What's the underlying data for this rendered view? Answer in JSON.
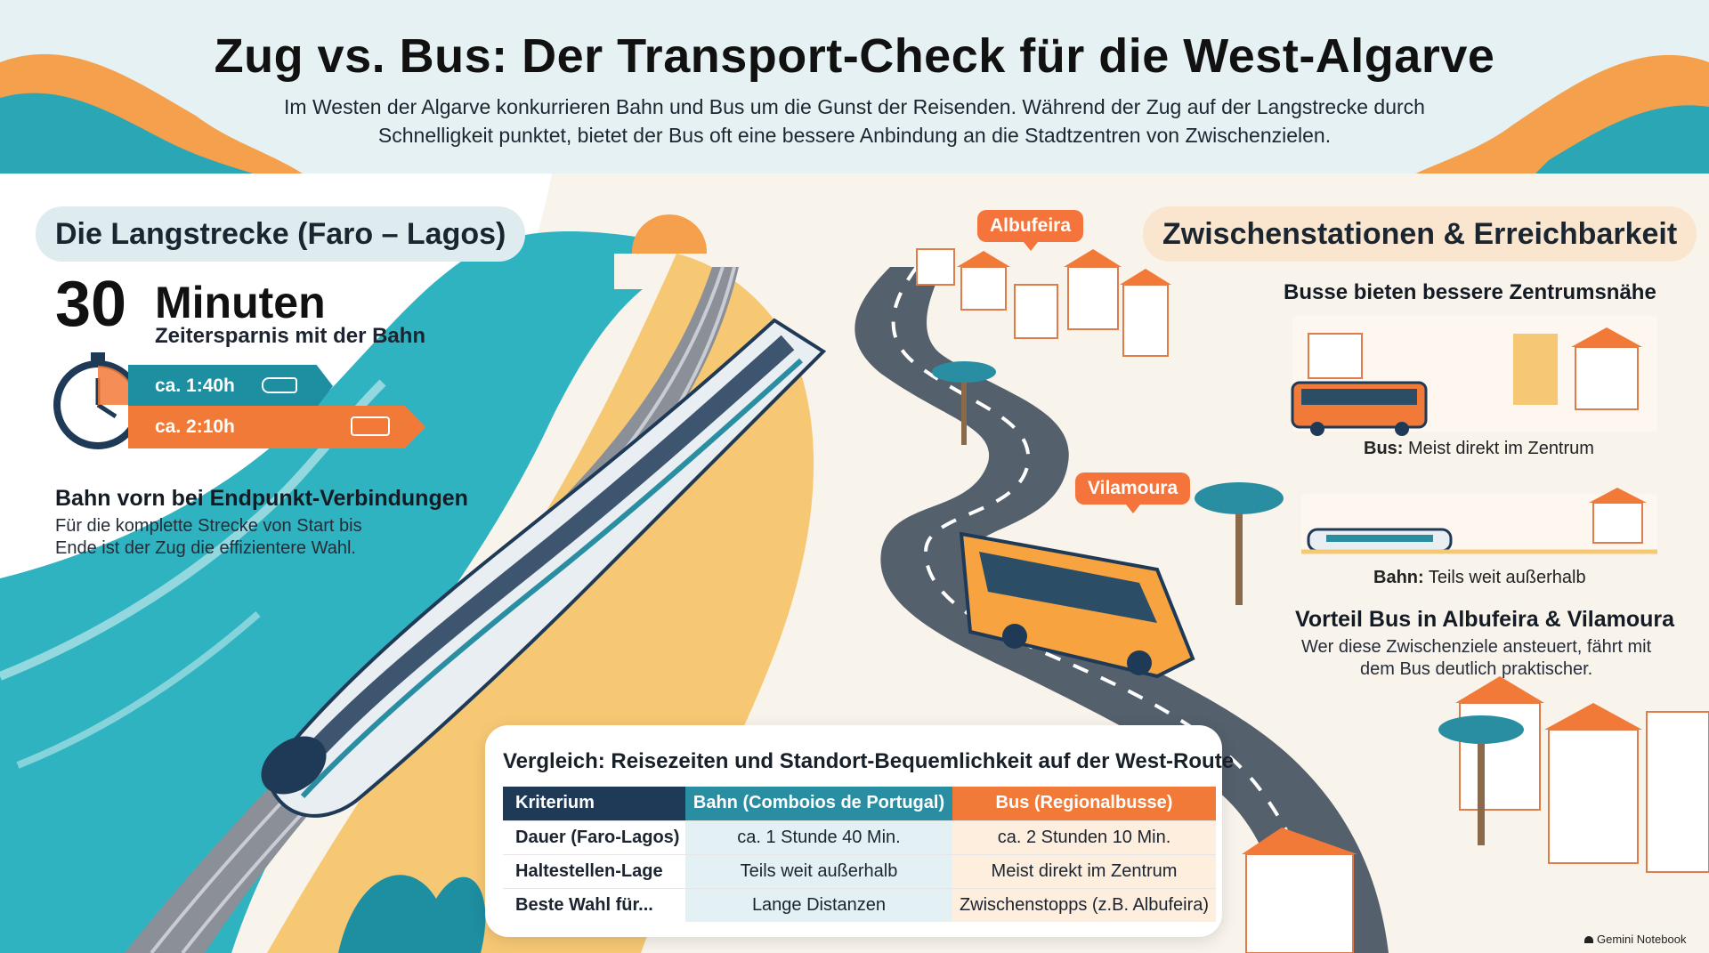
{
  "header": {
    "title": "Zug vs. Bus: Der Transport-Check für die West-Algarve",
    "subtitle": "Im Westen der Algarve konkurrieren Bahn und Bus um die Gunst der Reisenden. Während der Zug auf der Langstrecke durch Schnelligkeit punktet, bietet der Bus oft eine bessere Anbindung an die Stadtzentren von Zwischenzielen."
  },
  "left": {
    "heading": "Die Langstrecke (Faro – Lagos)",
    "big_number": "30",
    "big_unit": "Minuten",
    "big_caption": "Zeitersparnis mit der Bahn",
    "train_time": "ca. 1:40h",
    "bus_time": "ca. 2:10h",
    "point_title": "Bahn vorn bei Endpunkt-Verbindungen",
    "point_text_1": "Für die komplette Strecke von Start bis",
    "point_text_2": "Ende ist der Zug die effizientere Wahl."
  },
  "map": {
    "label_albufeira": "Albufeira",
    "label_vilamoura": "Vilamoura"
  },
  "right": {
    "heading": "Zwischenstationen & Erreichbarkeit",
    "sub_heading": "Busse bieten bessere Zentrumsnähe",
    "bus_cap_bold": "Bus:",
    "bus_cap_text": " Meist direkt im Zentrum",
    "train_cap_bold": "Bahn:",
    "train_cap_text": " Teils weit außerhalb",
    "advantage_title": "Vorteil Bus in Albufeira & Vilamoura",
    "advantage_text_1": "Wer diese Zwischenziele ansteuert, fährt mit",
    "advantage_text_2": "dem Bus deutlich praktischer."
  },
  "table": {
    "title": "Vergleich: Reisezeiten und Standort-Bequemlichkeit auf der West-Route",
    "headers": [
      "Kriterium",
      "Bahn (Comboios de Portugal)",
      "Bus (Regionalbusse)"
    ],
    "rows": [
      [
        "Dauer (Faro-Lagos)",
        "ca. 1 Stunde 40 Min.",
        "ca. 2 Stunden 10 Min."
      ],
      [
        "Haltestellen-Lage",
        "Teils weit außerhalb",
        "Meist direkt im Zentrum"
      ],
      [
        "Beste Wahl für...",
        "Lange Distanzen",
        "Zwischenstopps (z.B. Albufeira)"
      ]
    ]
  },
  "watermark": "Gemini Notebook",
  "colors": {
    "teal": "#1e8ea1",
    "orange": "#f27a38",
    "navy": "#1f3a57",
    "sand": "#f7c874",
    "sea": "#2fb3c0"
  }
}
